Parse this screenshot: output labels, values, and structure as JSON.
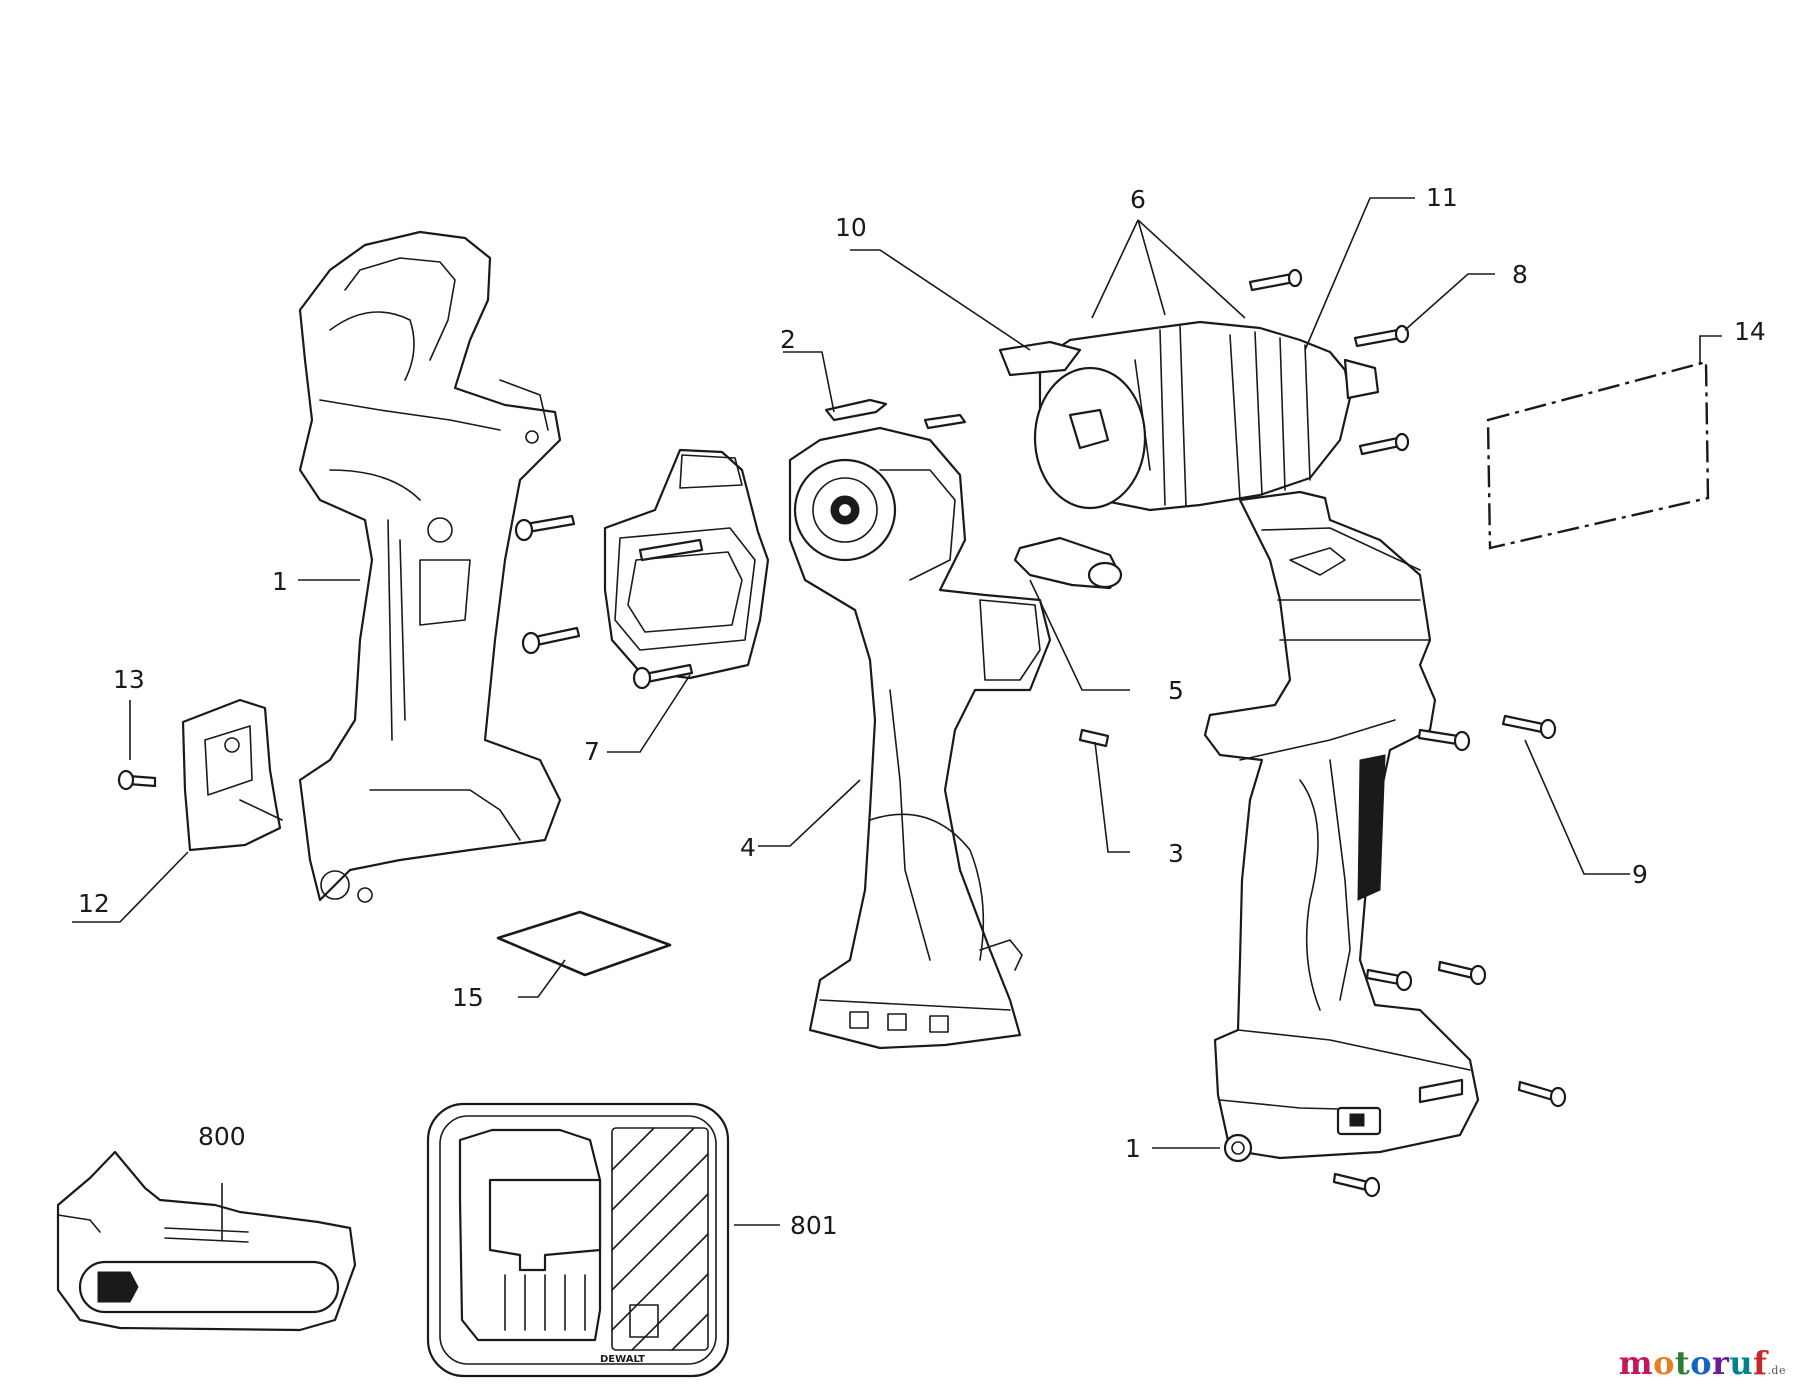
{
  "callouts": {
    "c1_left": "1",
    "c1_right": "1",
    "c2": "2",
    "c3": "3",
    "c4": "4",
    "c5": "5",
    "c6": "6",
    "c7": "7",
    "c8": "8",
    "c9": "9",
    "c10": "10",
    "c11": "11",
    "c12": "12",
    "c13": "13",
    "c14": "14",
    "c15": "15",
    "c800": "800",
    "c801": "801"
  },
  "watermark": {
    "letters": [
      "m",
      "o",
      "t",
      "o",
      "r",
      "u",
      "f"
    ],
    "colors": [
      "#c2185b",
      "#e67e22",
      "#2e7d32",
      "#1565c0",
      "#6a1b9a",
      "#00838f",
      "#c62828"
    ],
    "suffix": ".de"
  },
  "charger_logo": "DEWALT"
}
